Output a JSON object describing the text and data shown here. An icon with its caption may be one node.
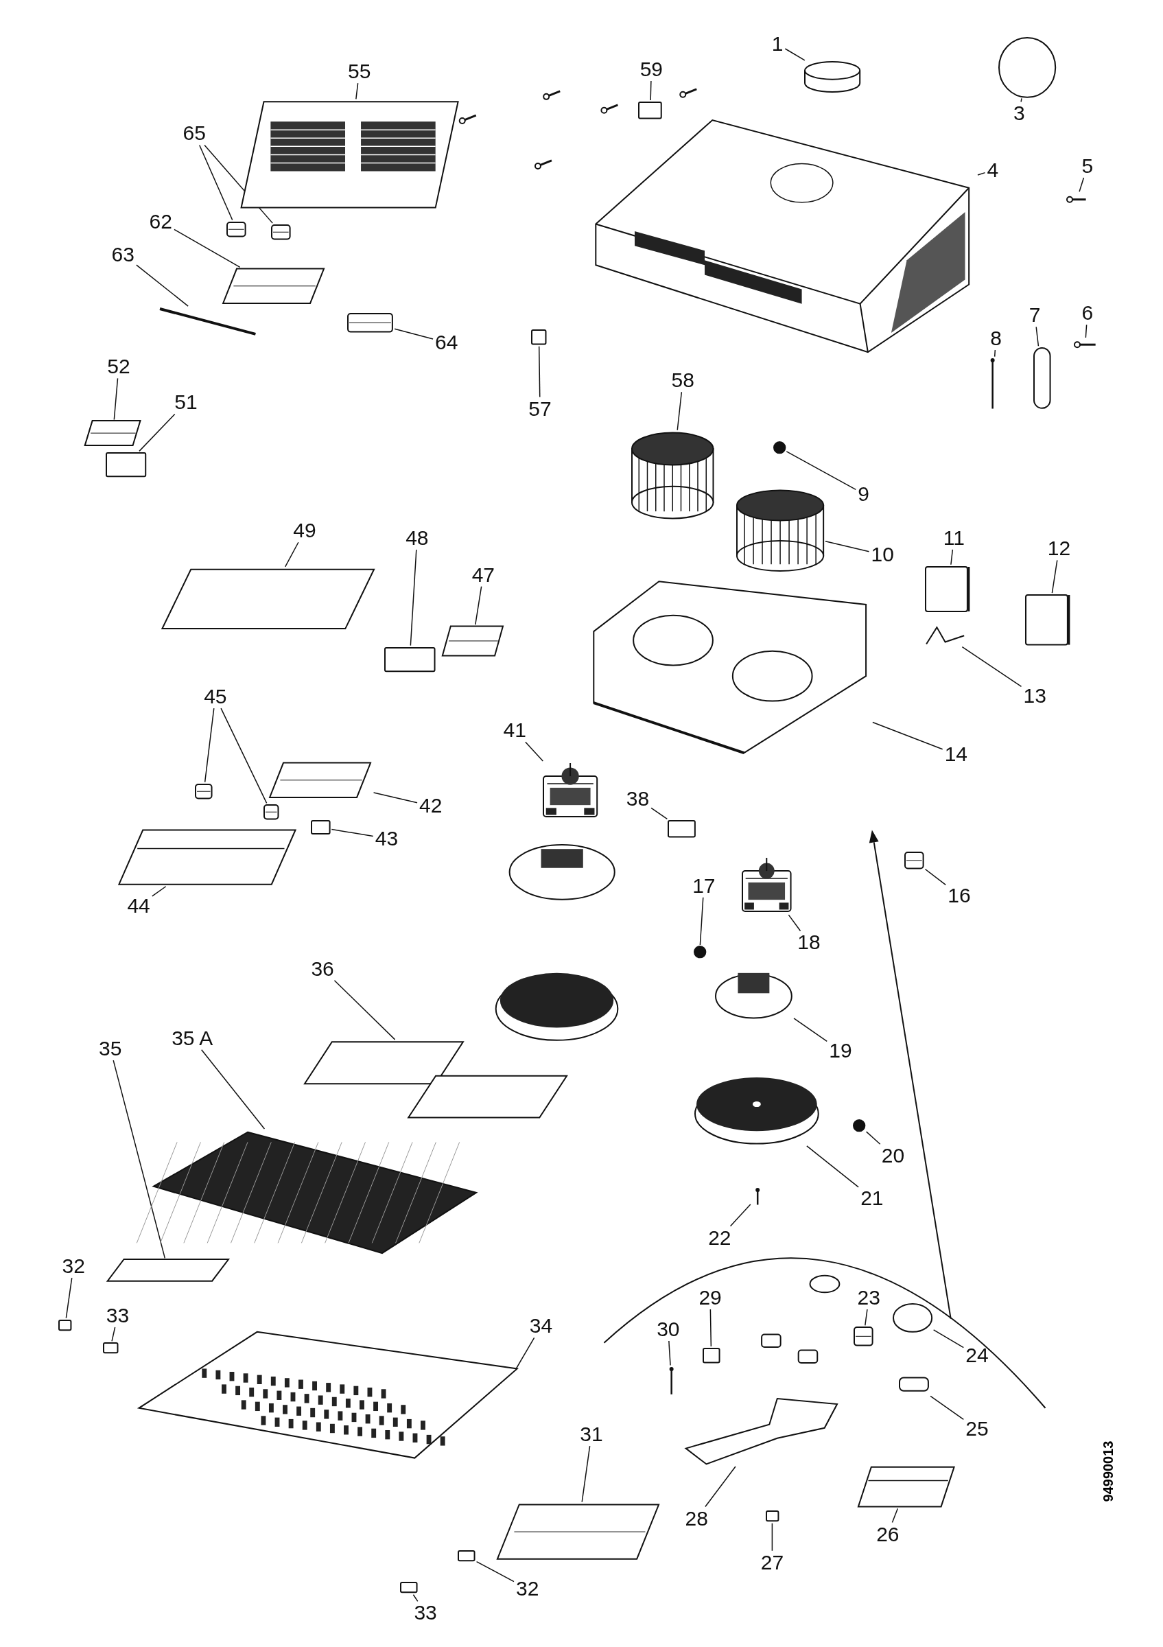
{
  "diagram": {
    "nodes": [
      {
        "text": [
          "59"
        ]
      },
      {
        "text": [],
        "shape": "box"
      },
      {
        "text": [
          "1"
        ]
      },
      {
        "text": [],
        "shape": "cylinder"
      },
      {
        "text": [
          "3"
        ]
      },
      {
        "text": [],
        "shape": "circle"
      },
      {
        "text": [
          "55"
        ]
      },
      {
        "text": [],
        "shape": "picture"
      },
      {
        "text": [
          "65"
        ]
      },
      {
        "text": [],
        "shape": "box"
      },
      {
        "text": [],
        "shape": "box"
      },
      {
        "text": [
          "4"
        ]
      },
      {
        "text": [],
        "shape": "picture"
      },
      {
        "text": [
          "5"
        ]
      },
      {
        "text": [],
        "shape": "picture"
      },
      {
        "text": [
          "62"
        ]
      },
      {
        "text": [],
        "shape": "box"
      },
      {
        "text": [
          "63"
        ]
      },
      {
        "text": [],
        "shape": "picture"
      },
      {
        "text": [
          "64"
        ]
      },
      {
        "text": [],
        "shape": "box"
      },
      {
        "text": [
          "6"
        ]
      },
      {
        "text": [],
        "shape": "picture"
      },
      {
        "text": [
          "7"
        ]
      },
      {
        "text": [],
        "shape": "bar"
      },
      {
        "text": [
          "8"
        ]
      },
      {
        "text": [],
        "shape": "picture"
      },
      {
        "text": [
          "52"
        ]
      },
      {
        "text": [],
        "shape": "box"
      },
      {
        "text": [
          "58"
        ]
      },
      {
        "text": [],
        "shape": "picture"
      },
      {
        "text": [
          "51"
        ]
      },
      {
        "text": [],
        "shape": "box"
      },
      {
        "text": [
          "57"
        ]
      },
      {
        "text": [],
        "shape": "box"
      },
      {
        "text": [
          "9"
        ]
      },
      {
        "text": [],
        "shape": "circle"
      },
      {
        "text": [
          "49"
        ]
      },
      {
        "text": [],
        "shape": "box"
      },
      {
        "text": [
          "47"
        ]
      },
      {
        "text": [],
        "shape": "box"
      },
      {
        "text": [
          "48"
        ]
      },
      {
        "text": [],
        "shape": "box"
      },
      {
        "text": [
          "11"
        ]
      },
      {
        "text": [],
        "shape": "box"
      },
      {
        "text": [
          "12"
        ]
      },
      {
        "text": [],
        "shape": "box"
      },
      {
        "text": [
          "10"
        ]
      },
      {
        "text": [],
        "shape": "picture"
      },
      {
        "text": [
          "13"
        ]
      },
      {
        "text": [],
        "shape": "picture"
      },
      {
        "text": [
          "45"
        ]
      },
      {
        "text": [],
        "shape": "box"
      },
      {
        "text": [],
        "shape": "box"
      },
      {
        "text": [
          "41"
        ]
      },
      {
        "text": [],
        "shape": "picture"
      },
      {
        "text": [
          "14"
        ]
      },
      {
        "text": [],
        "shape": "picture"
      },
      {
        "text": [
          "38"
        ]
      },
      {
        "text": [],
        "shape": "box"
      },
      {
        "text": [
          "42"
        ]
      },
      {
        "text": [],
        "shape": "box"
      },
      {
        "text": [
          "43"
        ]
      },
      {
        "text": [],
        "shape": "box"
      },
      {
        "text": [
          "44"
        ]
      },
      {
        "text": [],
        "shape": "box"
      },
      {
        "text": [
          "16"
        ]
      },
      {
        "text": [],
        "shape": "box"
      },
      {
        "text": [
          "17"
        ]
      },
      {
        "text": [],
        "shape": "circle"
      },
      {
        "text": [
          "18"
        ]
      },
      {
        "text": [],
        "shape": "picture"
      },
      {
        "text": [
          "36"
        ]
      },
      {
        "text": [],
        "shape": "picture"
      },
      {
        "text": [
          "35 A"
        ]
      },
      {
        "text": [],
        "shape": "picture"
      },
      {
        "text": [
          "35"
        ]
      },
      {
        "text": [],
        "shape": "box"
      },
      {
        "text": [
          "19"
        ]
      },
      {
        "text": [],
        "shape": "picture"
      },
      {
        "text": [
          "20"
        ]
      },
      {
        "text": [],
        "shape": "circle"
      },
      {
        "text": [
          "21"
        ]
      },
      {
        "text": [],
        "shape": "picture"
      },
      {
        "text": [
          "22"
        ]
      },
      {
        "text": [],
        "shape": "picture"
      },
      {
        "text": [
          "32"
        ]
      },
      {
        "text": [],
        "shape": "box"
      },
      {
        "text": [
          "33"
        ]
      },
      {
        "text": [],
        "shape": "box"
      },
      {
        "text": [
          "23"
        ]
      },
      {
        "text": [],
        "shape": "box"
      },
      {
        "text": [
          "29"
        ]
      },
      {
        "text": [],
        "shape": "box"
      },
      {
        "text": [
          "30"
        ]
      },
      {
        "text": [],
        "shape": "picture"
      },
      {
        "text": [
          "34"
        ]
      },
      {
        "text": [],
        "shape": "picture"
      },
      {
        "text": [
          "24"
        ]
      },
      {
        "text": [],
        "shape": "circle"
      },
      {
        "text": [
          "25"
        ]
      },
      {
        "text": [],
        "shape": "box"
      },
      {
        "text": [
          "31"
        ]
      },
      {
        "text": [],
        "shape": "box"
      },
      {
        "text": [
          "28"
        ]
      },
      {
        "text": [],
        "shape": "picture"
      },
      {
        "text": [
          "26"
        ]
      },
      {
        "text": [],
        "shape": "box"
      },
      {
        "text": [
          "27"
        ]
      },
      {
        "text": [],
        "shape": "box"
      },
      {
        "text": [
          "32"
        ]
      },
      {
        "text": [],
        "shape": "box"
      },
      {
        "text": [
          "33"
        ]
      },
      {
        "text": [],
        "shape": "box"
      }
    ],
    "edges": [
      {
        "from": 0,
        "to": 1,
        "arrow": "none"
      },
      {
        "from": 2,
        "to": 3,
        "arrow": "none"
      },
      {
        "from": 4,
        "to": 5,
        "arrow": "none"
      },
      {
        "from": 6,
        "to": 7,
        "arrow": "none"
      },
      {
        "from": 8,
        "to": 9,
        "arrow": "none"
      },
      {
        "from": 8,
        "to": 10,
        "arrow": "none"
      },
      {
        "from": 11,
        "to": 12,
        "arrow": "none"
      },
      {
        "from": 13,
        "to": 14,
        "arrow": "none"
      },
      {
        "from": 15,
        "to": 16,
        "arrow": "none"
      },
      {
        "from": 17,
        "to": 18,
        "arrow": "none"
      },
      {
        "from": 19,
        "to": 20,
        "arrow": "none"
      },
      {
        "from": 21,
        "to": 22,
        "arrow": "none"
      },
      {
        "from": 23,
        "to": 24,
        "arrow": "none"
      },
      {
        "from": 25,
        "to": 26,
        "arrow": "none"
      },
      {
        "from": 27,
        "to": 28,
        "arrow": "none"
      },
      {
        "from": 29,
        "to": 30,
        "arrow": "none"
      },
      {
        "from": 31,
        "to": 32,
        "arrow": "none"
      },
      {
        "from": 33,
        "to": 34,
        "arrow": "none"
      },
      {
        "from": 35,
        "to": 36,
        "arrow": "none"
      },
      {
        "from": 37,
        "to": 38,
        "arrow": "none"
      },
      {
        "from": 39,
        "to": 40,
        "arrow": "none"
      },
      {
        "from": 41,
        "to": 42,
        "arrow": "none"
      },
      {
        "from": 43,
        "to": 44,
        "arrow": "none"
      },
      {
        "from": 45,
        "to": 46,
        "arrow": "none"
      },
      {
        "from": 47,
        "to": 48,
        "arrow": "none"
      },
      {
        "from": 49,
        "to": 50,
        "arrow": "none"
      },
      {
        "from": 51,
        "to": 52,
        "arrow": "none"
      },
      {
        "from": 51,
        "to": 53,
        "arrow": "none"
      },
      {
        "from": 54,
        "to": 55,
        "arrow": "none"
      },
      {
        "from": 56,
        "to": 57,
        "arrow": "none"
      },
      {
        "from": 58,
        "to": 59,
        "arrow": "none"
      },
      {
        "from": 60,
        "to": 61,
        "arrow": "none"
      },
      {
        "from": 62,
        "to": 63,
        "arrow": "none"
      },
      {
        "from": 64,
        "to": 65,
        "arrow": "none"
      },
      {
        "from": 66,
        "to": 67,
        "arrow": "none"
      },
      {
        "from": 68,
        "to": 69,
        "arrow": "none"
      },
      {
        "from": 70,
        "to": 71,
        "arrow": "none"
      },
      {
        "from": 72,
        "to": 73,
        "arrow": "none"
      },
      {
        "from": 74,
        "to": 75,
        "arrow": "none"
      },
      {
        "from": 76,
        "to": 77,
        "arrow": "none"
      },
      {
        "from": 78,
        "to": 79,
        "arrow": "none"
      },
      {
        "from": 80,
        "to": 81,
        "arrow": "none"
      },
      {
        "from": 82,
        "to": 83,
        "arrow": "none"
      },
      {
        "from": 84,
        "to": 85,
        "arrow": "none"
      },
      {
        "from": 86,
        "to": 87,
        "arrow": "none"
      },
      {
        "from": 88,
        "to": 89,
        "arrow": "none"
      },
      {
        "from": 90,
        "to": 91,
        "arrow": "none"
      },
      {
        "from": 92,
        "to": 93,
        "arrow": "none"
      },
      {
        "from": 94,
        "to": 95,
        "arrow": "none"
      },
      {
        "from": 96,
        "to": 97,
        "arrow": "none"
      },
      {
        "from": 98,
        "to": 99,
        "arrow": "none"
      },
      {
        "from": 100,
        "to": 101,
        "arrow": "none"
      },
      {
        "from": 102,
        "to": 103,
        "arrow": "none"
      },
      {
        "from": 104,
        "to": 105,
        "arrow": "none"
      },
      {
        "from": 106,
        "to": 107,
        "arrow": "none"
      },
      {
        "from": 108,
        "to": 109,
        "arrow": "none"
      },
      {
        "from": 110,
        "to": 111,
        "arrow": "none"
      },
      {
        "from": 112,
        "to": 113,
        "arrow": "none"
      }
    ],
    "labels": [
      "94990013"
    ]
  }
}
